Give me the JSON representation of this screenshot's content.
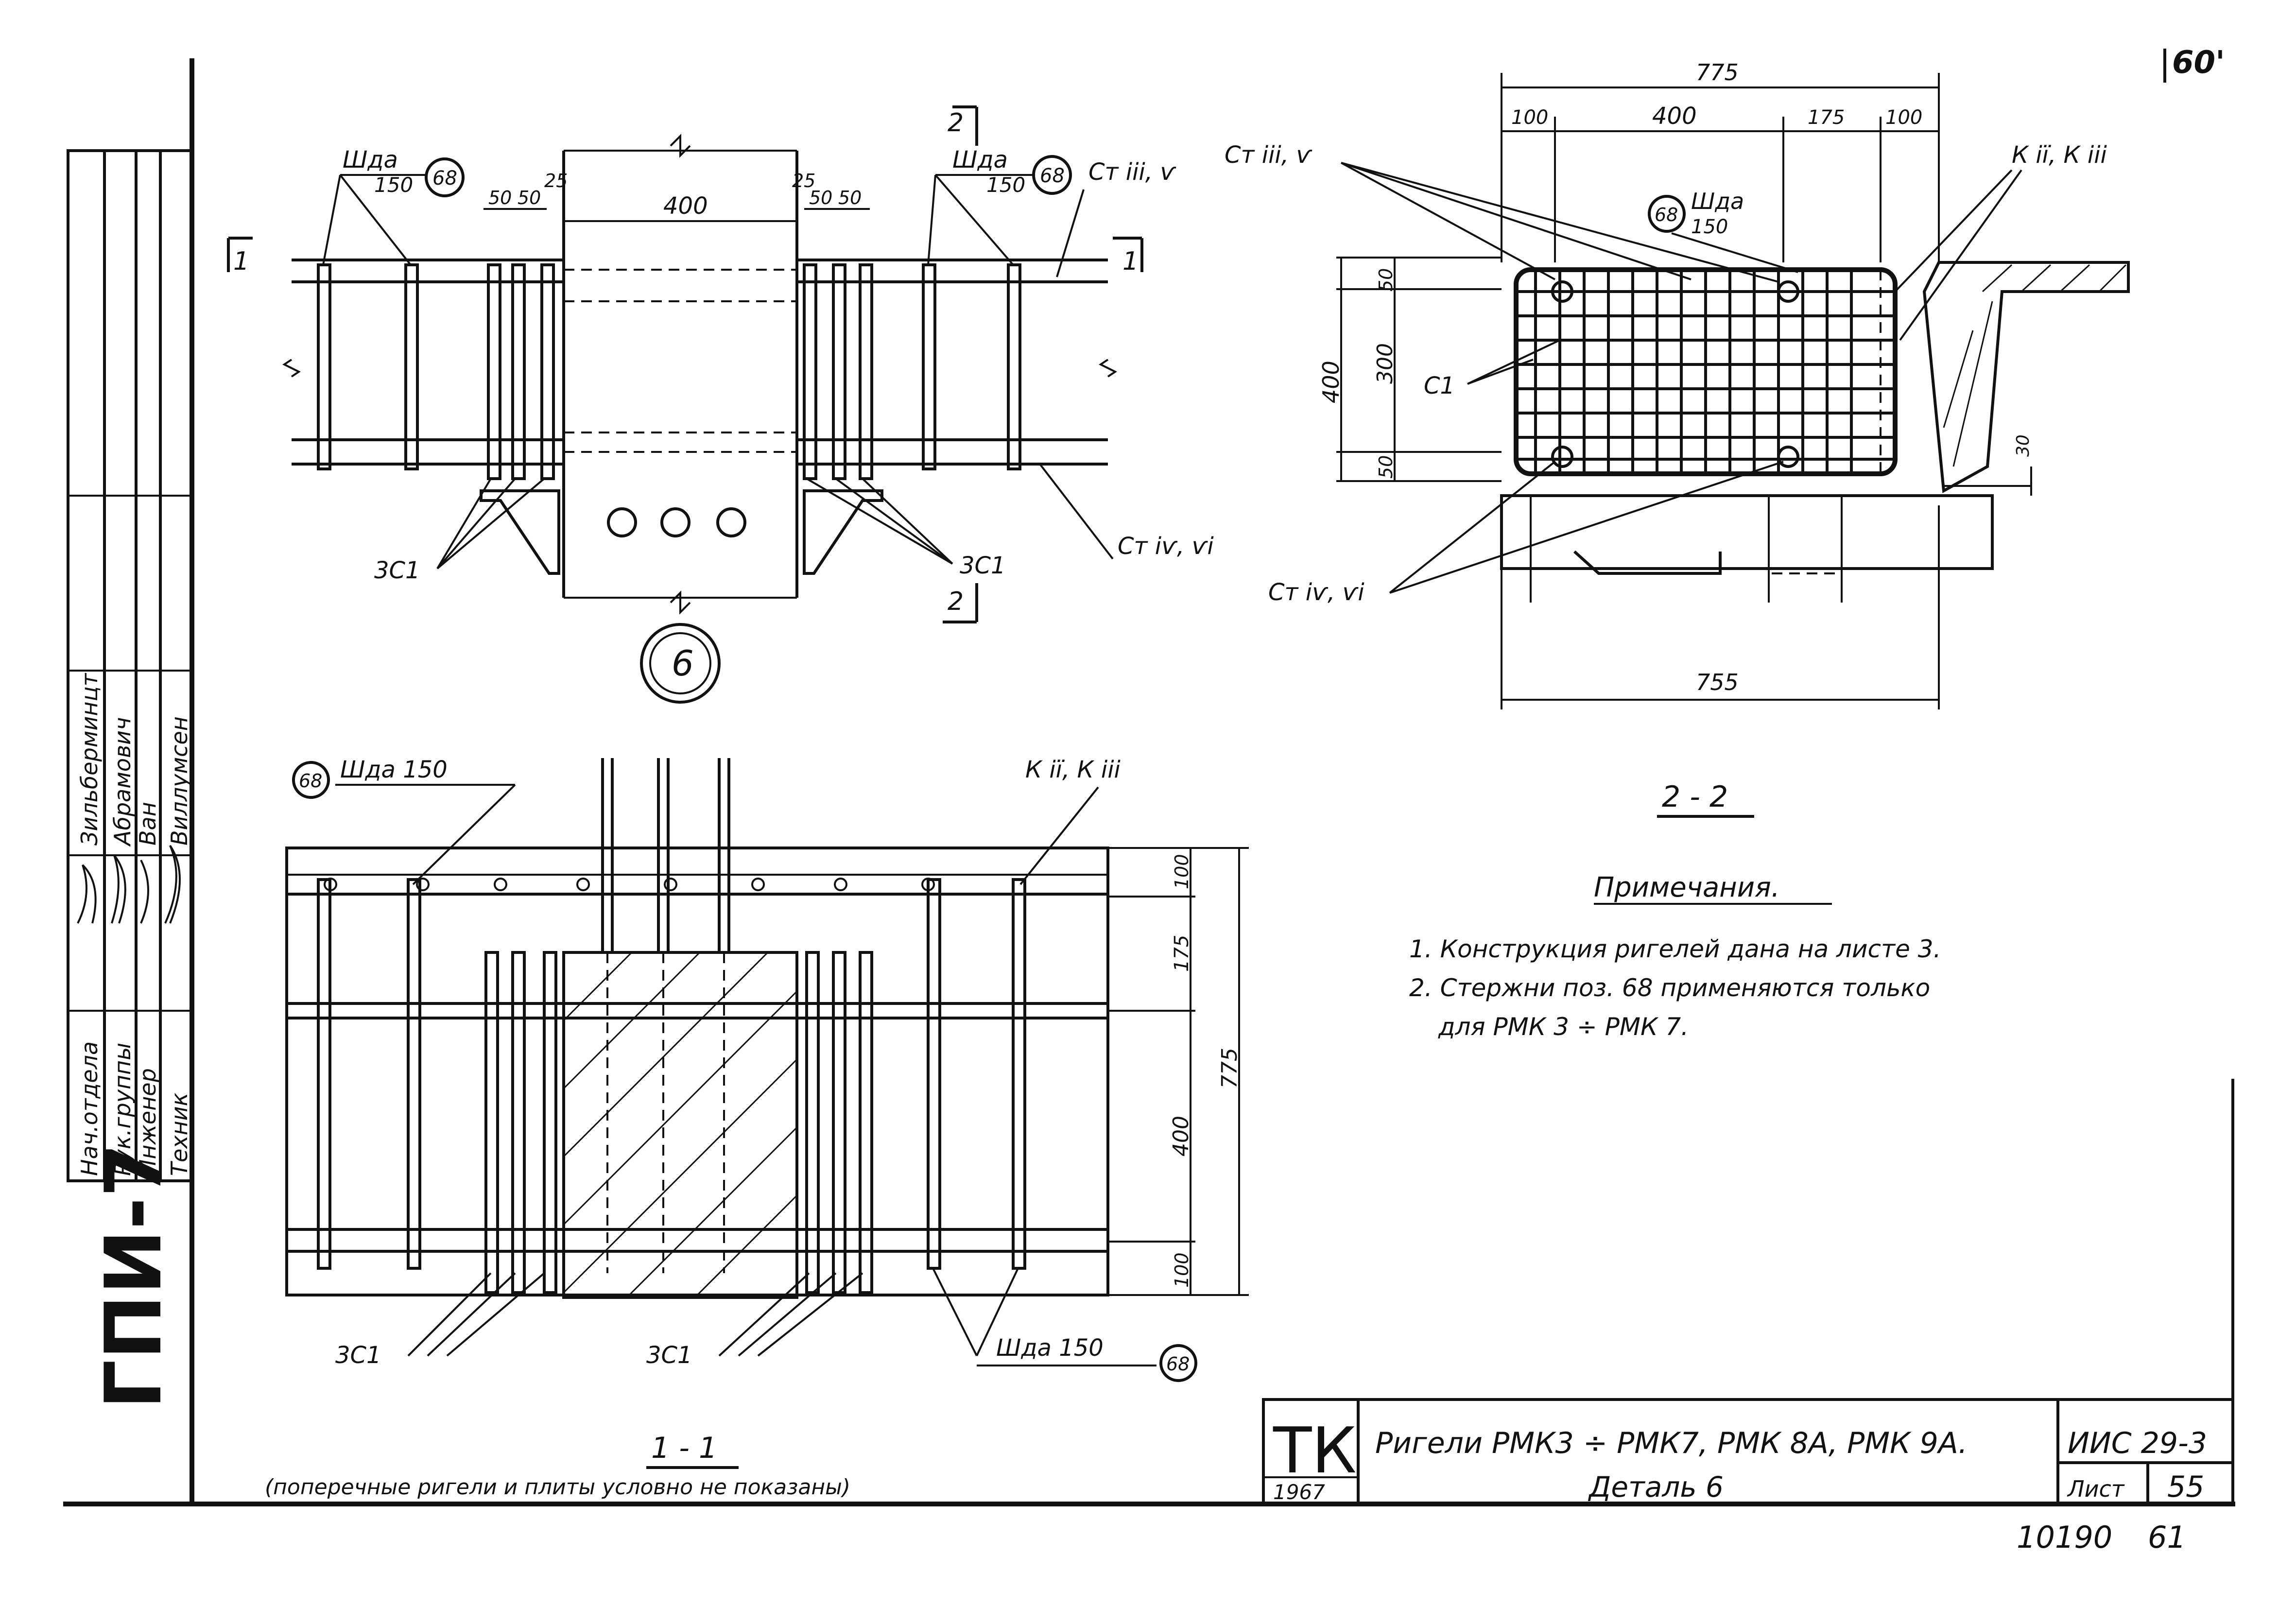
{
  "sheet_code_vertical": "ГПИ-7",
  "page_corner_mark": "60'",
  "stamp_roles": [
    "Нач.отдела",
    "Рук.группы",
    "Инженер",
    "Техник"
  ],
  "stamp_names": [
    "Зильберминцт",
    "Абрамович",
    "Ван",
    "Виллумсен"
  ],
  "view_top": {
    "bar_label": "Шда",
    "spacing": "150",
    "pos_number": "68",
    "dim_width": "400",
    "dim_25": "25",
    "dim_50": "50",
    "label_rods_top": "Ст ііі, ѵ",
    "label_rods_bottom": "Ст іѵ, ѵі",
    "label_frames": "3С1",
    "section_mark_1": "1",
    "section_mark_2": "2",
    "detail_number": "6"
  },
  "view_22": {
    "dim_total_top": "775",
    "dim_100": "100",
    "dim_400": "400",
    "dim_175": "175",
    "dim_total_bottom": "755",
    "dim_v_400": "400",
    "dim_v_300": "300",
    "dim_v_50": "50",
    "dim_30": "30",
    "label_st_top": "Ст ііі, ѵ",
    "label_st_bottom": "Ст іѵ, ѵі",
    "label_k": "К ії, К ііі",
    "label_c1": "С1",
    "bar_pos": "68",
    "bar_label": "Шда",
    "spacing": "150",
    "caption": "2 - 2"
  },
  "view_11": {
    "pos_number": "68",
    "bar_label_top": "Шда 150",
    "bar_label_bottom": "Шда 150",
    "label_k": "К ії, К ііі",
    "label_frames": "3С1",
    "dim_100": "100",
    "dim_175": "175",
    "dim_400": "400",
    "dim_total": "775",
    "caption": "1 - 1",
    "caption_note": "(поперечные ригели и плиты условно не показаны)"
  },
  "notes": {
    "title": "Примечания.",
    "items": [
      "1. Конструкция ригелей дана на листе 3.",
      "2. Стержни поз. 68 применяются только",
      "для РМК 3 ÷ РМК 7."
    ]
  },
  "title_block": {
    "org_mark": "ТК",
    "year": "1967",
    "title_line1": "Ригели РМК3 ÷ РМК7, РМК 8А, РМК 9А.",
    "title_line2": "Деталь 6",
    "series": "ИИС 29-3",
    "sheet_label": "Лист",
    "sheet_number": "55",
    "inventory": "10190",
    "page": "61"
  }
}
